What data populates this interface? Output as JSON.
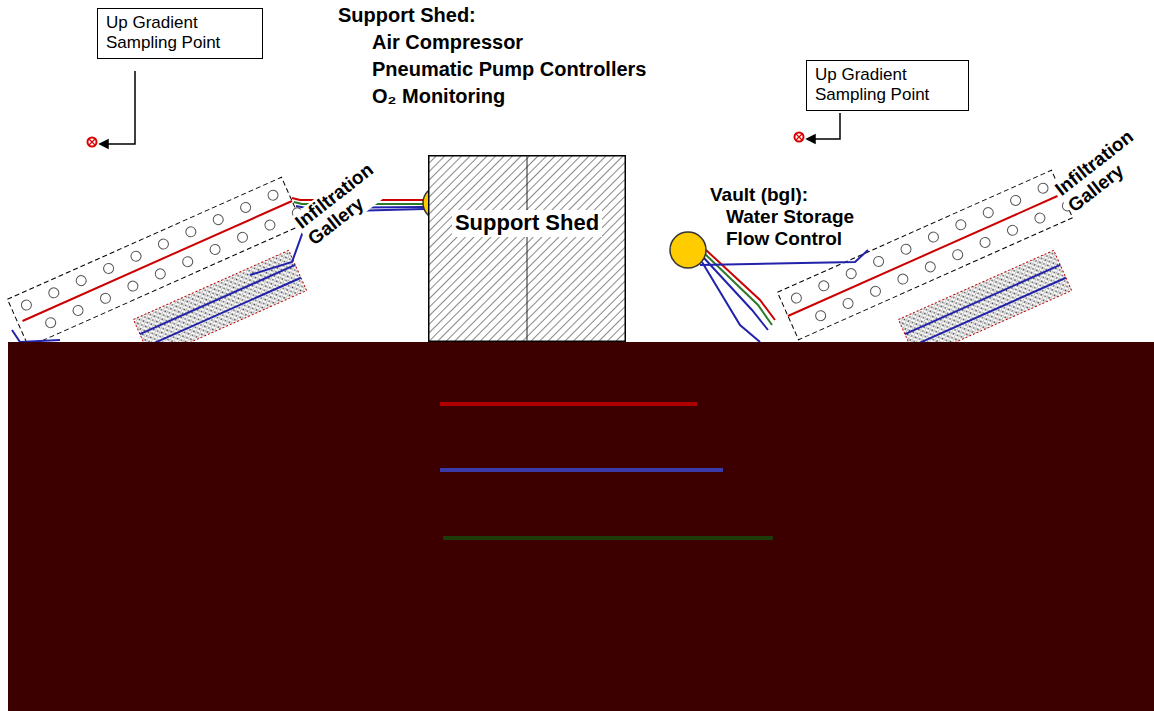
{
  "diagram": {
    "nodes": [
      {
        "text": [
          "Up Gradient Sampling Point"
        ]
      },
      {
        "text": [
          "Support Shed"
        ]
      },
      {
        "text": [
          "Up Gradient Sampling Point"
        ]
      }
    ],
    "labels": [
      "Support Shed:",
      "Air Compressor",
      "Pneumatic Pump Controllers",
      "O₂ Monitoring",
      "Vault (bgl):",
      "Water Storage",
      "Flow Control",
      "Infiltration Gallery",
      "Infiltration Gallery"
    ]
  }
}
